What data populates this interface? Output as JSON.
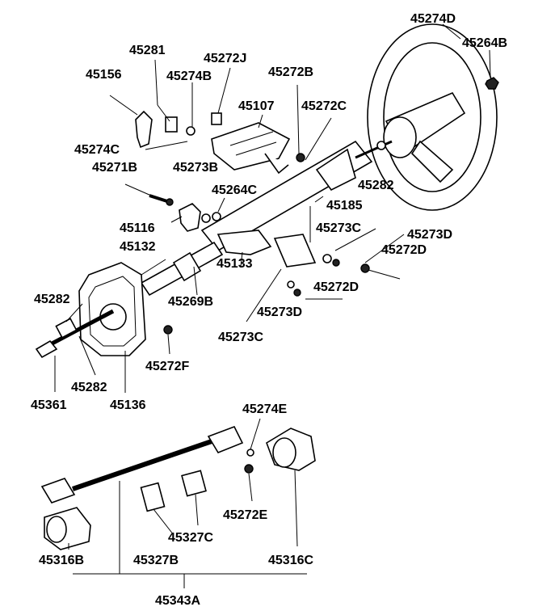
{
  "diagram": {
    "labels": {
      "steering_wheel": "45274D",
      "wheel_nut": "45264B",
      "lever": "45156",
      "lever_pivot": "45281",
      "lever_washer": "45274B",
      "bracket_bolt_top": "45272J",
      "upper_bracket": "45107",
      "upper_bolt": "45272B",
      "upper_bolt_c": "45272C",
      "washer_c": "45274C",
      "bolt_b": "45271B",
      "nut_b": "45273B",
      "nut_c_top": "45264C",
      "wheel_end_bearing": "45282",
      "column_tube": "45185",
      "lever_knob": "45116",
      "mast_jacket": "45132",
      "nut_c_mid": "45273C",
      "nut_d_right": "45273D",
      "bolt_d_right": "45272D",
      "clamp": "45133",
      "bushing": "45269B",
      "bolt_d_lower": "45272D",
      "nut_d_lower": "45273D",
      "bearing_left": "45282",
      "nut_c_lower": "45273C",
      "bolt_f": "45272F",
      "boot_bearing": "45282",
      "shaft_end": "45361",
      "boot_plate": "45136",
      "washer_e": "45274E",
      "bolt_e": "45272E",
      "joint_cover_c": "45316C",
      "joint_cover_b": "45316B",
      "sleeve_c": "45327C",
      "sleeve_b": "45327B",
      "shaft_assembly": "45343A"
    }
  }
}
